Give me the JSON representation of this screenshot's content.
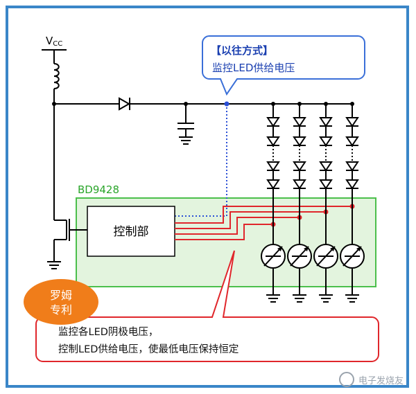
{
  "diagram": {
    "vcc_label": "V",
    "vcc_sub": "CC",
    "chip_label": "BD9428",
    "controller_label": "控制部",
    "conventional": {
      "title": "【以往方式】",
      "line": "监控LED供给电压"
    },
    "rohm_badge": {
      "line1": "罗姆",
      "line2": "专利"
    },
    "rohm_method": {
      "line1": "监控各LED阴极电压，",
      "line2": "控制LED供给电压，使最低电压保持恒定"
    },
    "watermark": "电子发烧友",
    "colors": {
      "frame": "#3a86c8",
      "chip_fill": "#e3f4de",
      "chip_border": "#4bbf4b",
      "chip_text": "#2aa52a",
      "callout_blue": "#3a6fd8",
      "dotted_blue": "#2a4fd6",
      "red": "#e0262b",
      "badge_orange": "#f07d1a"
    }
  }
}
